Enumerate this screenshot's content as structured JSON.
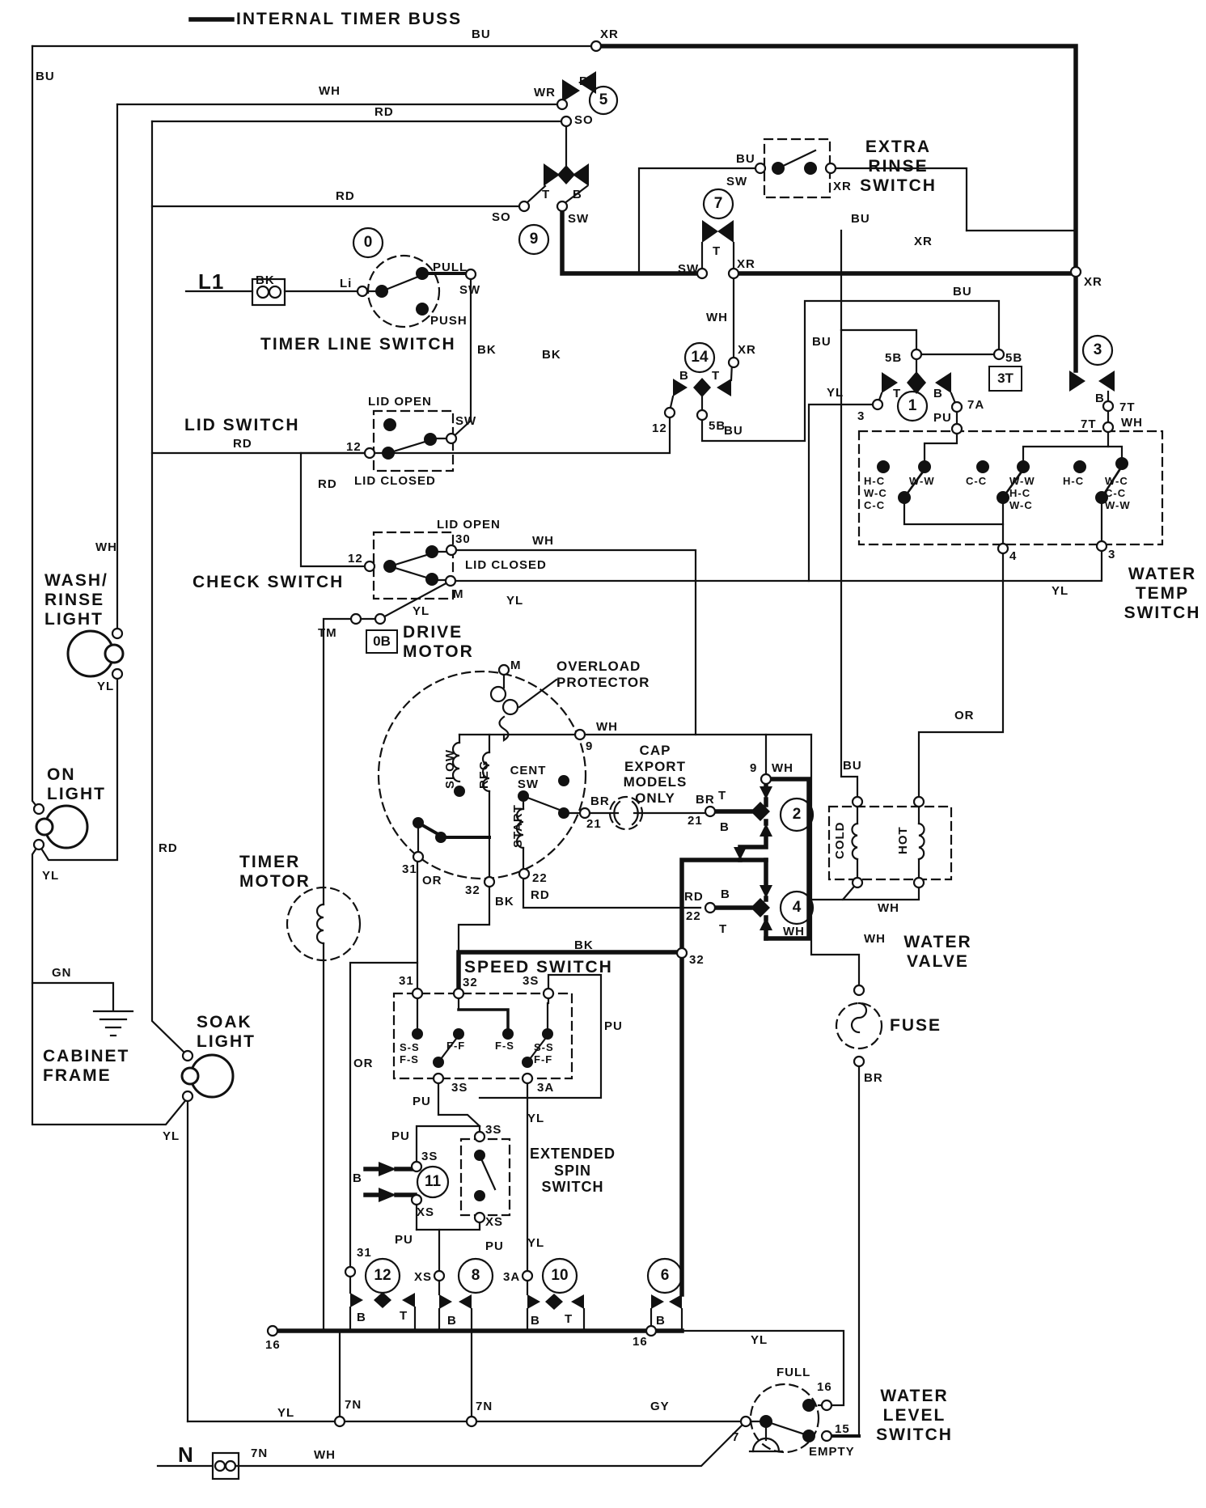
{
  "diagram": {
    "legend_label": "INTERNAL TIMER BUSS",
    "source_terminals": {
      "line": "L1",
      "neutral": "N"
    },
    "section_labels": {
      "timer_line_switch": "TIMER LINE SWITCH",
      "extra_rinse_switch": "EXTRA RINSE\nSWITCH",
      "lid_switch": "LID SWITCH",
      "check_switch": "CHECK SWITCH",
      "drive_motor": "DRIVE\nMOTOR",
      "overload_protector": "OVERLOAD\nPROTECTOR",
      "cap_export": "CAP\nEXPORT\nMODELS\nONLY",
      "timer_motor": "TIMER\nMOTOR",
      "speed_switch": "SPEED SWITCH",
      "extended_spin_switch": "EXTENDED\nSPIN\nSWITCH",
      "water_temp_switch": "WATER\nTEMP\nSWITCH",
      "water_valve": "WATER\nVALVE",
      "fuse": "FUSE",
      "water_level_switch": "WATER\nLEVEL\nSWITCH",
      "wash_rinse_light": "WASH/\nRINSE\nLIGHT",
      "on_light": "ON\nLIGHT",
      "soak_light": "SOAK\nLIGHT",
      "cabinet_frame": "CABINET\nFRAME"
    },
    "switch_positions": {
      "pull": "PULL",
      "push": "PUSH",
      "lid_open": "LID OPEN",
      "lid_closed": "LID CLOSED",
      "full": "FULL",
      "empty": "EMPTY"
    },
    "motor_windings": {
      "slow": "SLOW",
      "reg": "REG",
      "start": "START",
      "cent_sw": "CENT\nSW"
    },
    "valve_coils": {
      "cold": "COLD",
      "hot": "HOT"
    },
    "temp_contacts": {
      "g1": "H-C\nW-C\nC-C",
      "g2": "W-W",
      "g3": "C-C",
      "g4": "W-W\nH-C\nW-C",
      "g5": "H-C",
      "g6": "W-C\nC-C\nW-W"
    },
    "speed_contacts": {
      "s1": "S-S\nF-S",
      "s2": "F-F",
      "s3": "F-S",
      "s4": "S-S\nF-F"
    },
    "cam_numbers": {
      "c0": "0",
      "c1": "1",
      "c2": "2",
      "c3": "3",
      "c4": "4",
      "c5": "5",
      "c6": "6",
      "c7": "7",
      "c8": "8",
      "c9": "9",
      "c10": "10",
      "c11": "11",
      "c12": "12",
      "c14": "14"
    },
    "boxed_refs": {
      "b3t": "3T",
      "b0b": "0B"
    },
    "contact_letters": {
      "t": "T",
      "b": "B"
    },
    "wire_codes": {
      "bu": "BU",
      "wh": "WH",
      "rd": "RD",
      "bk": "BK",
      "yl": "YL",
      "or": "OR",
      "pu": "PU",
      "br": "BR",
      "gy": "GY",
      "gn": "GN",
      "sw": "SW",
      "so": "SO",
      "wr": "WR",
      "xr": "XR",
      "li": "Li",
      "tm": "TM",
      "m": "M"
    },
    "terminal_codes": {
      "t3": "3",
      "t4": "4",
      "t7": "7",
      "t9": "9",
      "t12": "12",
      "t15": "15",
      "t16": "16",
      "t21": "21",
      "t22": "22",
      "t30": "30",
      "t31": "31",
      "t32": "32",
      "t3s": "3S",
      "t3a": "3A",
      "t5b": "5B",
      "t7a": "7A",
      "t7t": "7T",
      "t7n": "7N",
      "txs": "XS"
    }
  }
}
